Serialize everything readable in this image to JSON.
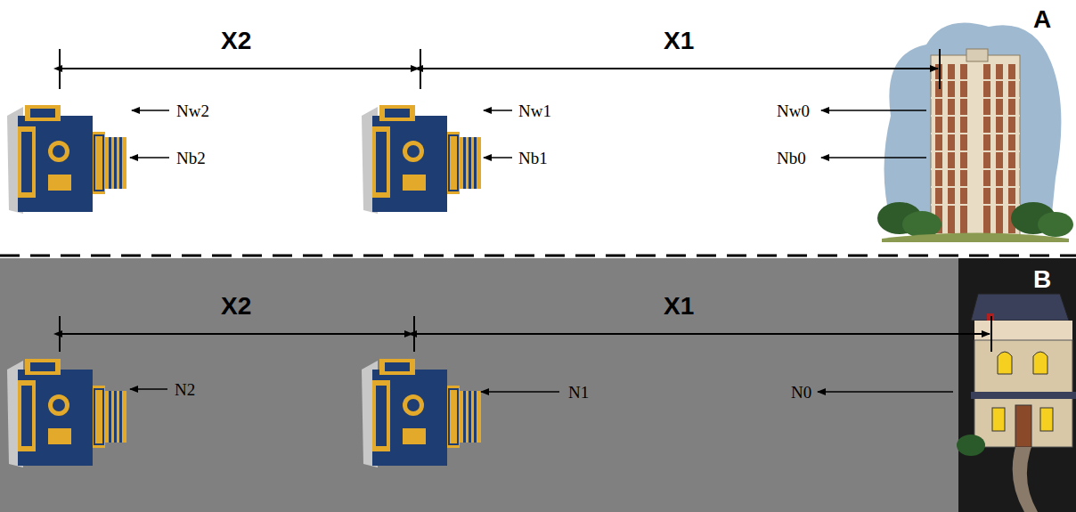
{
  "diagram": {
    "labels": [
      "X2",
      "X1",
      "A",
      "Nw2",
      "Nb2",
      "Nw1",
      "Nb1",
      "Nw0",
      "Nb0",
      "X2",
      "X1",
      "B",
      "N2",
      "N1",
      "N0"
    ]
  }
}
